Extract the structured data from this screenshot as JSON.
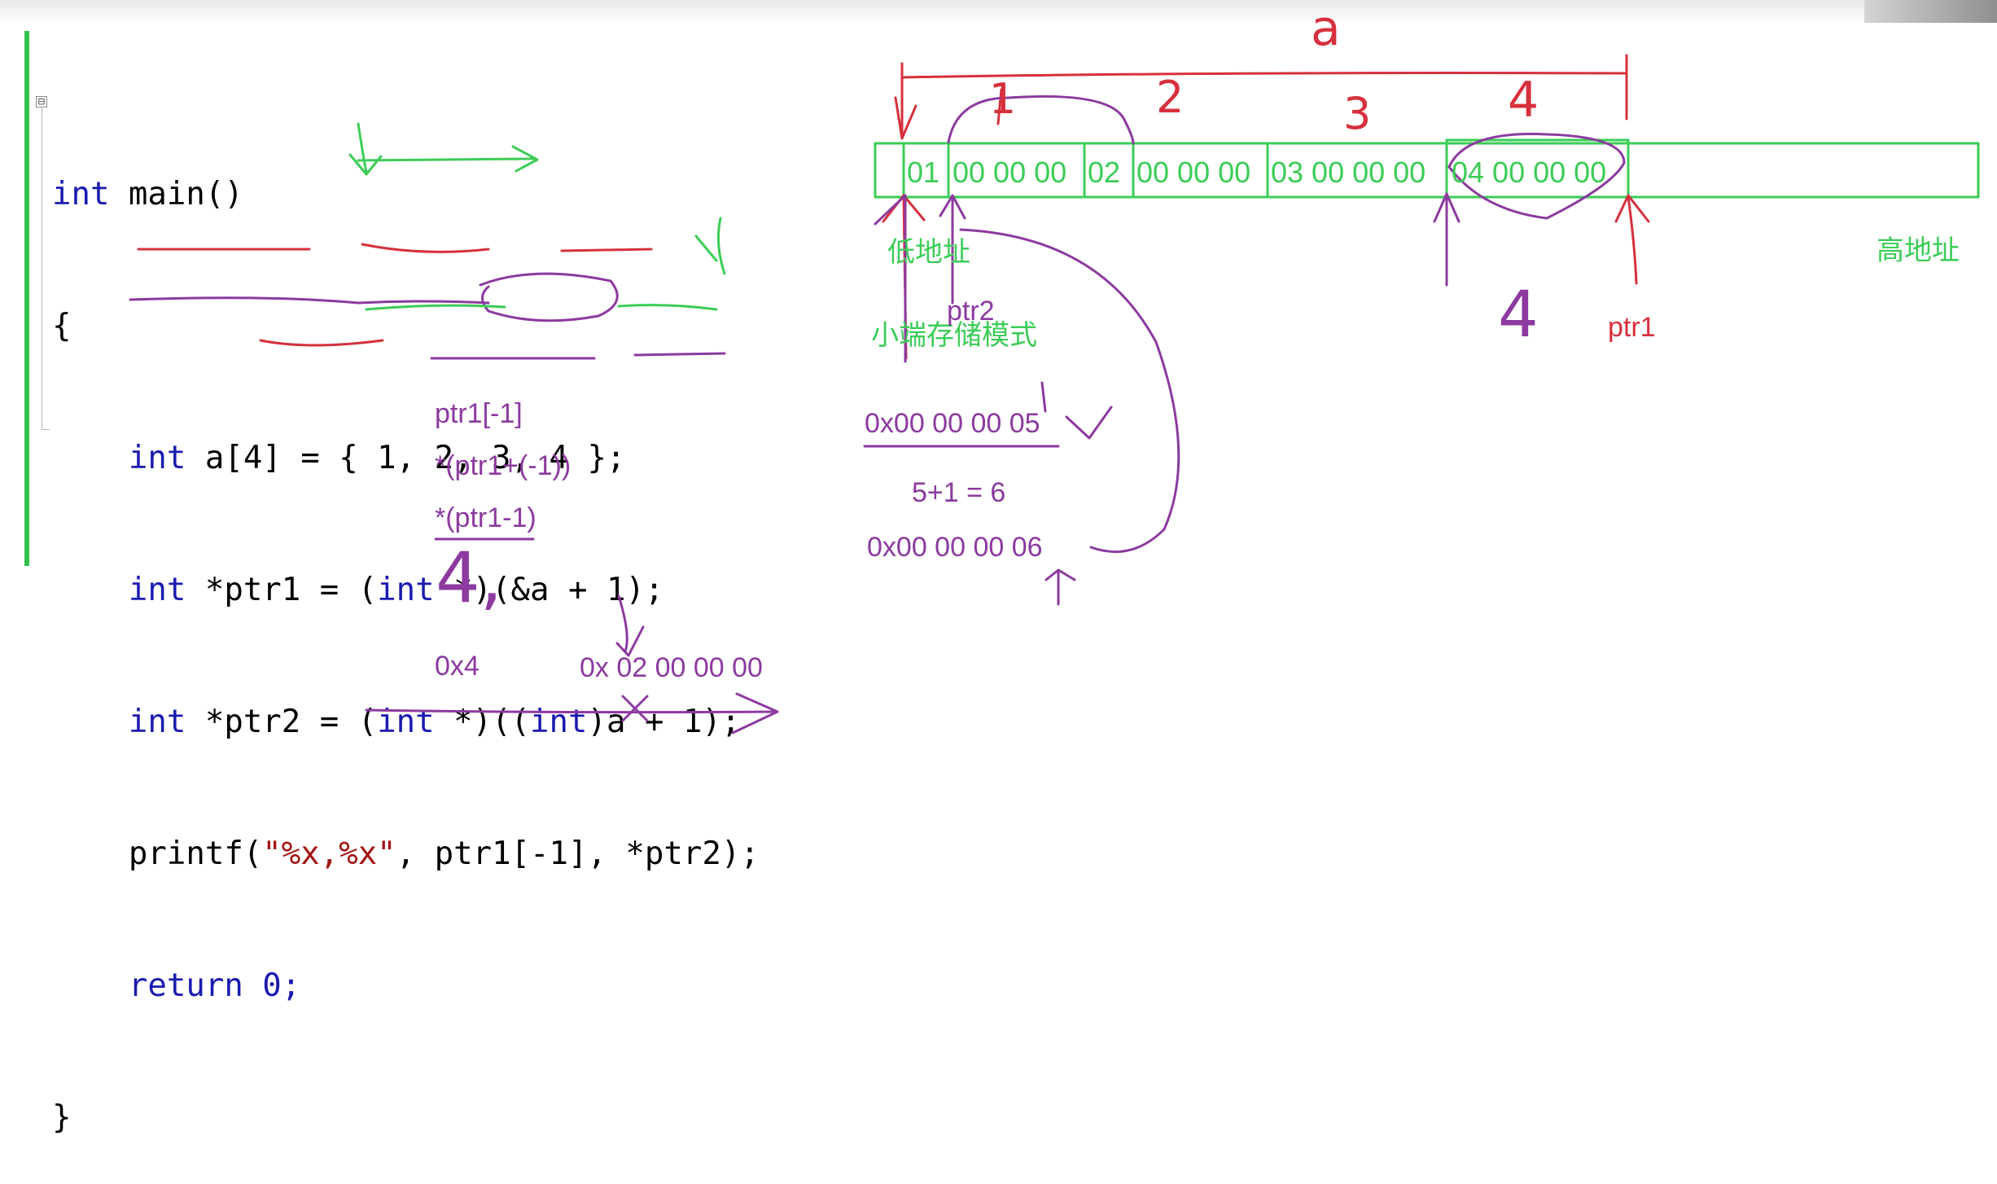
{
  "code": {
    "lines": [
      {
        "kw": "int",
        "rest": " main()"
      },
      {
        "text": "{"
      },
      {
        "indent": "    ",
        "kw": "int",
        "rest": " a[4] = { 1, 2, 3, 4 };"
      },
      {
        "indent": "    ",
        "kw": "int",
        "mid1": " *ptr1 = (",
        "kw2": "int",
        "rest": " *)(&a + 1);"
      },
      {
        "indent": "    ",
        "kw": "int",
        "mid1": " *ptr2 = (",
        "kw2": "int",
        "mid2": " *)((",
        "kw3": "int",
        "rest": ")a + 1);"
      },
      {
        "indent": "    ",
        "pre": "printf(",
        "str": "\"%x,%x\"",
        "rest": ", ptr1[-1], *ptr2);"
      },
      {
        "indent": "    ",
        "text": "return 0;"
      },
      {
        "text": "}"
      }
    ],
    "fold_glyph": "⊟"
  },
  "notes": {
    "step1": "ptr1[-1]",
    "step2": "*(ptr1+(-1))",
    "step3": "*(ptr1-1)",
    "hand_result": "4,",
    "out1": "0x4",
    "out2": "0x 02 00 00 00"
  },
  "memory": {
    "cells": [
      "01",
      "00 00 00",
      "02",
      "00 00 00",
      "03 00 00 00",
      "04 00 00 00"
    ],
    "low_addr": "低地址",
    "high_addr": "高地址",
    "little_endian": "小端存储模式",
    "ptr2_label": "ptr2",
    "ptr1_label": "ptr1",
    "array_name": "a",
    "index_marks": [
      "1",
      "2",
      "3",
      "4"
    ],
    "hand_four": "4"
  },
  "calc": {
    "value1": "0x00 00 00 05",
    "expr": "5+1 = 6",
    "value2": "0x00 00 00 06"
  },
  "colors": {
    "green": "#3ccc57",
    "red": "#d6303c",
    "purple": "#8c3a9f",
    "keyword": "#1a1ab0",
    "string": "#a31515"
  }
}
